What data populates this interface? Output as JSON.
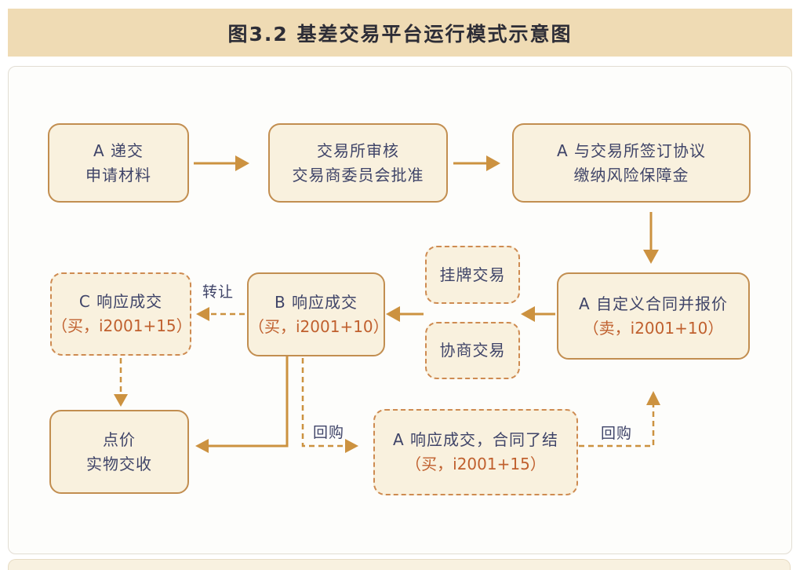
{
  "header": {
    "title": "图3.2 基差交易平台运行模式示意图"
  },
  "nodes": {
    "submit_application": {
      "line1": "A 递交",
      "line2": "申请材料"
    },
    "exchange_review": {
      "line1": "交易所审核",
      "line2": "交易商委员会批准"
    },
    "sign_agreement": {
      "line1": "A 与交易所签订协议",
      "line2": "缴纳风险保障金"
    },
    "custom_quote": {
      "line1": "A 自定义合同并报价",
      "line2": "（卖，i2001+10）"
    },
    "listed_trading": {
      "line1": "挂牌交易"
    },
    "negotiated_trading": {
      "line1": "协商交易"
    },
    "b_response": {
      "line1": "B 响应成交",
      "line2": "（买，i2001+10）"
    },
    "c_response": {
      "line1": "C 响应成交",
      "line2": "（买，i2001+15）"
    },
    "spot_pricing": {
      "line1": "点价",
      "line2": "实物交收"
    },
    "a_response": {
      "line1": "A 响应成交，合同了结",
      "line2": "（买，i2001+15）"
    }
  },
  "edge_labels": {
    "transfer": "转让",
    "buyback_left": "回购",
    "buyback_right": "回购"
  },
  "colors": {
    "banner_bg": "#efdbb4",
    "title_text": "#2d2d36",
    "box_fill": "#f9f1de",
    "box_border_solid": "#c28e50",
    "box_border_dashed": "#ce8b51",
    "arrow": "#cc9240",
    "text_dark": "#3f4468",
    "text_accent": "#c0602e"
  }
}
